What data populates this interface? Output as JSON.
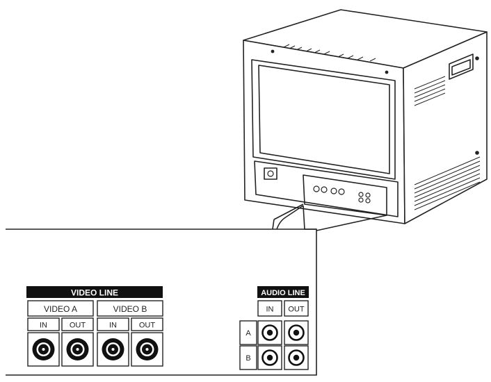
{
  "video_line": {
    "header": "VIDEO LINE",
    "group_a": {
      "label": "VIDEO A",
      "in_label": "IN",
      "out_label": "OUT"
    },
    "group_b": {
      "label": "VIDEO B",
      "in_label": "IN",
      "out_label": "OUT"
    }
  },
  "audio_line": {
    "header": "AUDIO LINE",
    "in_label": "IN",
    "out_label": "OUT",
    "row_a": "A",
    "row_b": "B"
  },
  "colors": {
    "line": "#111111",
    "background": "#ffffff",
    "header_fill": "#111111",
    "header_text": "#ffffff"
  }
}
